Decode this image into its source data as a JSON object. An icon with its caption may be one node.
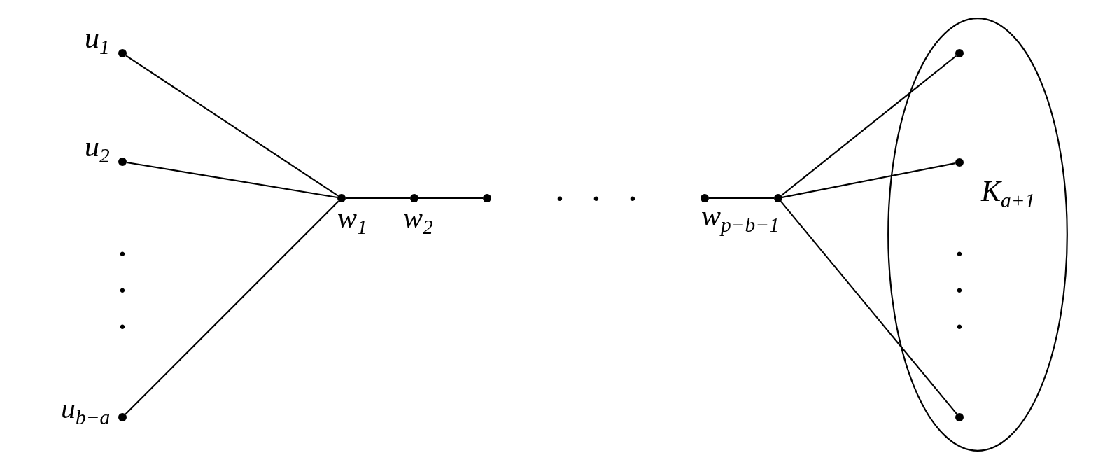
{
  "diagram": {
    "nodes": [
      {
        "text": [],
        "shape": "circle",
        "beside": [
          "u$_{1}$"
        ]
      },
      {
        "text": [],
        "shape": "circle",
        "beside": [
          "u$_{2}$"
        ]
      },
      {
        "text": [],
        "shape": "circle",
        "beside": [
          "u$_{b−a}$"
        ]
      },
      {
        "text": [],
        "shape": "circle",
        "beside": [
          "w$_{1}$"
        ]
      },
      {
        "text": [],
        "shape": "circle",
        "beside": [
          "w$_{2}$"
        ]
      },
      {
        "text": [],
        "shape": "circle"
      },
      {
        "text": [],
        "shape": "circle"
      },
      {
        "text": [],
        "shape": "circle",
        "beside": [
          "w$_{p−b−1}$"
        ]
      },
      {
        "text": [
          "K$_{a+1}$"
        ]
      },
      {
        "text": [],
        "shape": "circle",
        "in": 8
      },
      {
        "text": [],
        "shape": "circle",
        "in": 8
      },
      {
        "text": [],
        "shape": "circle",
        "in": 8
      }
    ],
    "edges": [
      {
        "from": 0,
        "to": 3,
        "arrow": "none"
      },
      {
        "from": 1,
        "to": 3,
        "arrow": "none"
      },
      {
        "from": 2,
        "to": 3,
        "arrow": "none"
      },
      {
        "from": 3,
        "to": 4,
        "arrow": "none"
      },
      {
        "from": 4,
        "to": 5,
        "arrow": "none"
      },
      {
        "from": 6,
        "to": 7,
        "arrow": "none"
      },
      {
        "from": 7,
        "to": 9,
        "arrow": "none"
      },
      {
        "from": 7,
        "to": 10,
        "arrow": "none"
      },
      {
        "from": 7,
        "to": 11,
        "arrow": "none"
      }
    ],
    "labels": [
      "· · ·",
      "· · ·",
      "· · ·"
    ]
  }
}
